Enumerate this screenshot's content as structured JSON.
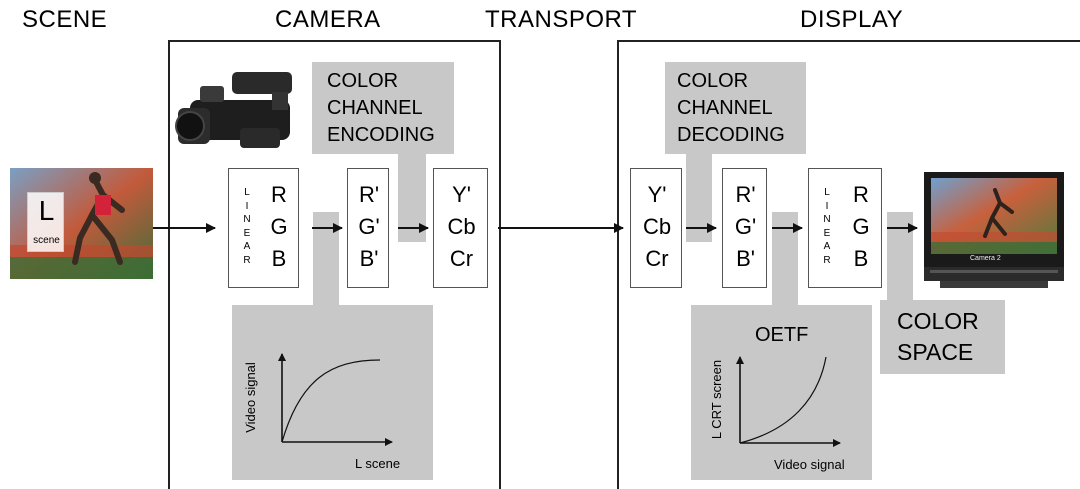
{
  "headers": {
    "scene": "SCENE",
    "camera": "CAMERA",
    "transport": "TRANSPORT",
    "display": "DISPLAY"
  },
  "scene_image": {
    "big_label": "L",
    "small_label": "scene"
  },
  "camera": {
    "encoding_label": [
      "COLOR",
      "CHANNEL",
      "ENCODING"
    ],
    "linear_rgb": {
      "vertical": [
        "L",
        "I",
        "N",
        "E",
        "A",
        "R"
      ],
      "signals": [
        "R",
        "G",
        "B"
      ]
    },
    "gamma_rgb": {
      "signals": [
        "R'",
        "G'",
        "B'"
      ]
    },
    "ycbcr": {
      "signals": [
        "Y'",
        "Cb",
        "Cr"
      ]
    },
    "plot": {
      "ylabel": "Video signal",
      "xlabel": "L scene"
    }
  },
  "display": {
    "decoding_label": [
      "COLOR",
      "CHANNEL",
      "DECODING"
    ],
    "ycbcr": {
      "signals": [
        "Y'",
        "Cb",
        "Cr"
      ]
    },
    "gamma_rgb": {
      "signals": [
        "R'",
        "G'",
        "B'"
      ]
    },
    "linear_rgb": {
      "vertical": [
        "L",
        "I",
        "N",
        "E",
        "A",
        "R"
      ],
      "signals": [
        "R",
        "G",
        "B"
      ]
    },
    "plot": {
      "title": "OETF",
      "ylabel": "L CRT screen",
      "xlabel": "Video signal"
    },
    "color_space_label": [
      "COLOR",
      "SPACE"
    ],
    "monitor_caption": "Camera 2"
  },
  "colors": {
    "gray_panel": "#c8c8c8",
    "frame": "#222222",
    "box_border": "#555555"
  }
}
